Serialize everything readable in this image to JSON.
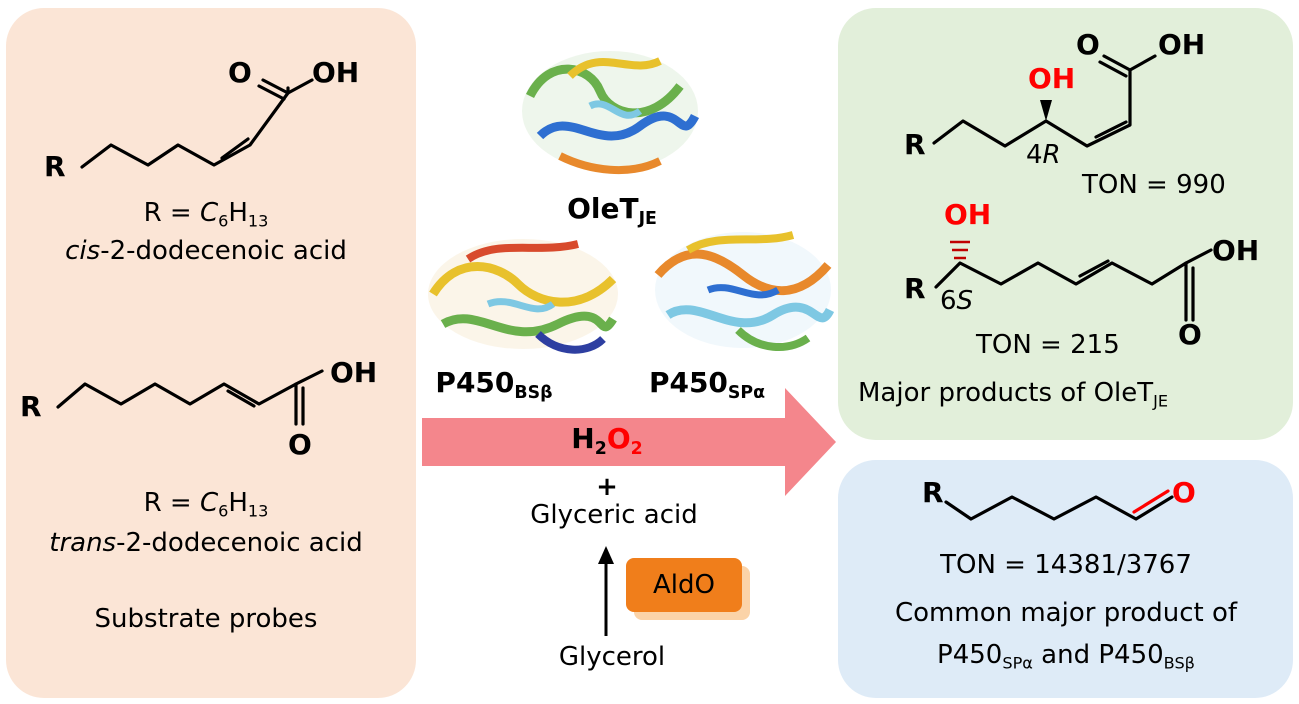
{
  "substrate_panel": {
    "cis_r_eq": "R = ",
    "cis_r_formula": "C",
    "cis_r_sub1": "6",
    "cis_r_h": "H",
    "cis_r_sub2": "13",
    "cis_prefix": "cis",
    "cis_name": "-2-dodecenoic acid",
    "trans_r_eq": "R = ",
    "trans_r_formula": "C",
    "trans_r_sub1": "6",
    "trans_r_h": "H",
    "trans_r_sub2": "13",
    "trans_prefix": "trans",
    "trans_name": "-2-dodecenoic acid",
    "caption": "Substrate probes"
  },
  "molecule_labels": {
    "R": "R",
    "O": "O",
    "OH": "OH",
    "stereo_4R_num": "4",
    "stereo_4R_letter": "R",
    "stereo_6S_num": "6",
    "stereo_6S_letter": "S"
  },
  "enzymes": {
    "olet_main": "OleT",
    "olet_sub": "JE",
    "bs_main": "P450",
    "bs_sub": "BSβ",
    "sp_main": "P450",
    "sp_sub": "SPα"
  },
  "reaction": {
    "h2o2_h": "H",
    "h2o2_sub1": "2",
    "h2o2_o": "O",
    "h2o2_sub2": "2",
    "plus": "+",
    "glyceric": "Glyceric acid",
    "aldo": "AldO",
    "glycerol": "Glycerol"
  },
  "olet_panel": {
    "ton1": "TON = 990",
    "ton2": "TON = 215",
    "caption_main": "Major products of OleT",
    "caption_sub": "JE"
  },
  "p450_panel": {
    "ton": "TON = 14381/3767",
    "caption_line1": "Common major product of",
    "cap_p1": "P450",
    "cap_s1": "SPα",
    "cap_and": " and ",
    "cap_p2": "P450",
    "cap_s2": "BSβ"
  },
  "colors": {
    "substrate_bg": "#fbe5d6",
    "olet_bg": "#e2efda",
    "p450_bg": "#deebf7",
    "arrow": "#f4868c",
    "highlight_red": "#ff0000",
    "aldo_orange": "#f07e1b"
  },
  "icons": [
    "protein-structure-olet-icon",
    "protein-structure-bs-icon",
    "protein-structure-sp-icon"
  ]
}
